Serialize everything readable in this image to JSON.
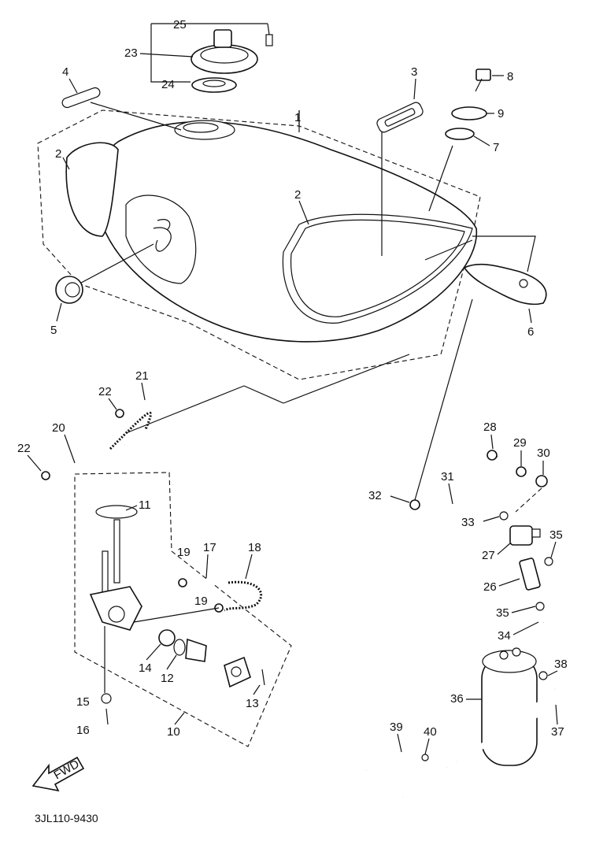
{
  "drawing_code": "3JL110-9430",
  "fwd_label": "FWD",
  "part_numbers": [
    "1",
    "2",
    "2",
    "3",
    "4",
    "5",
    "6",
    "7",
    "8",
    "9",
    "10",
    "11",
    "12",
    "13",
    "14",
    "15",
    "16",
    "17",
    "18",
    "19",
    "19",
    "20",
    "21",
    "22",
    "22",
    "23",
    "24",
    "25",
    "26",
    "27",
    "28",
    "29",
    "30",
    "31",
    "32",
    "33",
    "34",
    "35",
    "35",
    "36",
    "37",
    "38",
    "39",
    "40"
  ]
}
